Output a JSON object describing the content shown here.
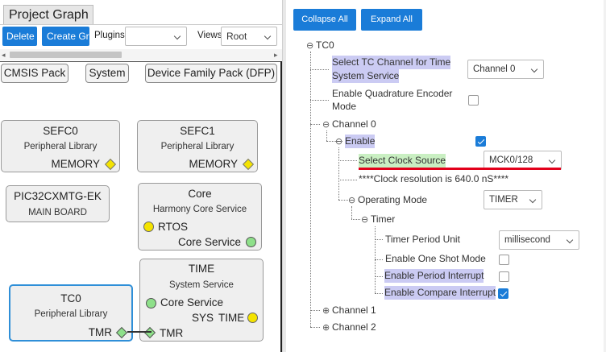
{
  "left_panel": {
    "tab_title": "Project Graph",
    "toolbar": {
      "delete_label": "Delete",
      "create_group_label": "Create Gro",
      "plugins_label": "Plugins:",
      "plugins_value": "",
      "views_label": "Views:",
      "views_value": "Root"
    },
    "pills": [
      "CMSIS Pack",
      "System",
      "Device Family Pack (DFP)"
    ],
    "nodes": {
      "sefc0": {
        "title": "SEFC0",
        "subtitle": "Peripheral Library",
        "port": "MEMORY"
      },
      "sefc1": {
        "title": "SEFC1",
        "subtitle": "Peripheral Library",
        "port": "MEMORY"
      },
      "board": {
        "title": "PIC32CXMTG-EK",
        "subtitle": "MAIN BOARD"
      },
      "core": {
        "title": "Core",
        "subtitle": "Harmony Core Service",
        "port_in": "RTOS",
        "port_out": "Core Service"
      },
      "time": {
        "title": "TIME",
        "subtitle": "System Service",
        "port_in": "Core Service",
        "port_out_prefix": "SYS",
        "port_out": "TIME",
        "port_tmr": "TMR"
      },
      "tc0": {
        "title": "TC0",
        "subtitle": "Peripheral Library",
        "port": "TMR"
      }
    }
  },
  "right_panel": {
    "collapse_all_label": "Collapse All",
    "expand_all_label": "Expand All",
    "tree": {
      "tc0": "TC0",
      "select_channel_l1": "Select TC Channel for Time",
      "select_channel_l2": "System Service",
      "select_channel_value": "Channel 0",
      "quad_encoder_l1": "Enable Quadrature Encoder",
      "quad_encoder_l2": "Mode",
      "channel0": "Channel 0",
      "enable": "Enable",
      "select_clock_source": "Select Clock Source",
      "clock_source_value": "MCK0/128",
      "clock_resolution": "****Clock resolution is 640.0 nS****",
      "operating_mode": "Operating Mode",
      "operating_mode_value": "TIMER",
      "timer": "Timer",
      "timer_period_unit": "Timer Period Unit",
      "timer_period_unit_value": "millisecond",
      "one_shot_mode": "Enable One Shot Mode",
      "period_interrupt": "Enable Period Interrupt",
      "compare_interrupt": "Enable Compare Interrupt",
      "channel1": "Channel 1",
      "channel2": "Channel 2"
    },
    "checkboxes": {
      "quad_encoder": false,
      "enable": true,
      "one_shot_mode": false,
      "period_interrupt": false,
      "compare_interrupt": true
    }
  },
  "icons": {
    "collapse_toggle": "⊖",
    "expand_toggle": "⊕",
    "left_arrow": "◂",
    "right_arrow": "▸"
  },
  "colors": {
    "button_blue": "#1a7cd8",
    "highlight_purple": "#cbcbf3",
    "highlight_green": "#c9efc2",
    "port_yellow": "#f4e300",
    "port_green": "#8ee08a",
    "underline_red": "#e3001b",
    "selection_blue": "#2f8fd8"
  }
}
